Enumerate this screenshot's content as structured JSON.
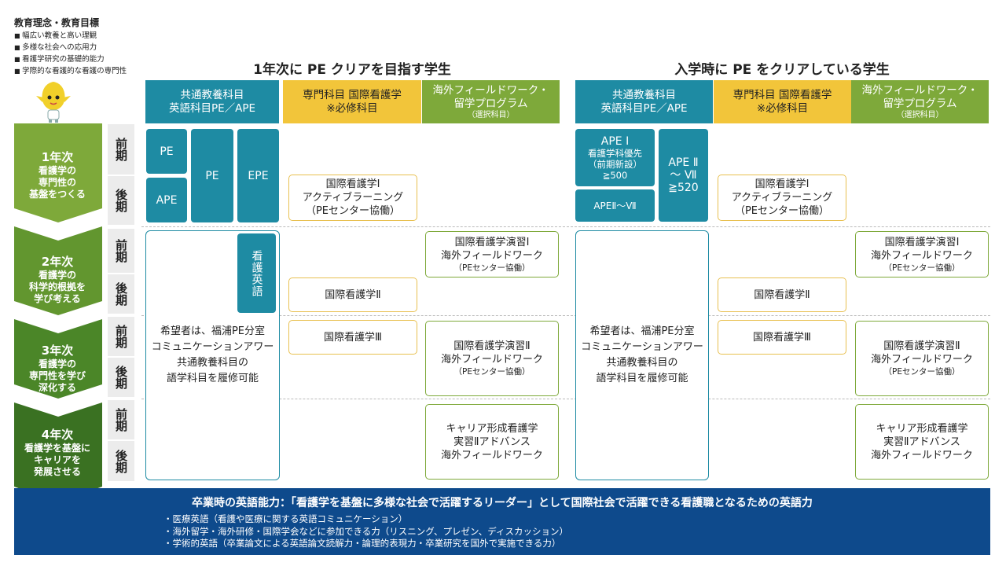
{
  "goals": {
    "title": "教育理念・教育目標",
    "items": [
      "幅広い教養と高い理観",
      "多様な社会への応用力",
      "看護学研究の基礎的能力",
      "学際的な看護的な看護の専門性"
    ]
  },
  "left_section": {
    "title": "1年次に PE クリアを目指す学生",
    "headers": {
      "common": "共通教養科目\n英語科目PE／APE",
      "specialized": "専門科目 国際看護学\n※必修科目",
      "overseas": "海外フィールドワーク・\n留学プログラム",
      "overseas_note": "（選択科目）"
    },
    "english": {
      "pe1": "PE",
      "ape": "APE",
      "pe2": "PE",
      "epe": "EPE",
      "kango_eigo": "看護英語"
    },
    "elective_note": "希望者は、福浦PE分室\nコミュニケーションアワー\n共通教養科目の\n語学科目を履修可能",
    "kokusai1": "国際看護学Ⅰ\nアクティブラーニング\n（PEセンター協働）",
    "kokusai2": "国際看護学Ⅱ",
    "kokusai3": "国際看護学Ⅲ",
    "enshu1": "国際看護学演習Ⅰ\n海外フィールドワーク",
    "enshu1_note": "（PEセンター協働）",
    "enshu2": "国際看護学演習Ⅱ\n海外フィールドワーク",
    "enshu2_note": "（PEセンター協働）",
    "career": "キャリア形成看護学\n実習Ⅱアドバンス\n海外フィールドワーク"
  },
  "right_section": {
    "title": "入学時に PE をクリアしている学生",
    "headers": {
      "common": "共通教養科目\n英語科目PE／APE",
      "specialized": "専門科目 国際看護学\n※必修科目",
      "overseas": "海外フィールドワーク・\n留学プログラム",
      "overseas_note": "（選択科目）"
    },
    "english": {
      "ape1_title": "APE Ⅰ",
      "ape1_note": "看護学科優先\n（前期新設）\n≧500",
      "ape2_7": "APEⅡ～Ⅶ",
      "ape_side": "APE Ⅱ\n～ Ⅶ\n≧520"
    },
    "elective_note": "希望者は、福浦PE分室\nコミュニケーションアワー\n共通教養科目の\n語学科目を履修可能",
    "kokusai1": "国際看護学Ⅰ\nアクティブラーニング\n（PEセンター協働）",
    "kokusai2": "国際看護学Ⅱ",
    "kokusai3": "国際看護学Ⅲ",
    "enshu1": "国際看護学演習Ⅰ\n海外フィールドワーク",
    "enshu1_note": "（PEセンター協働）",
    "enshu2": "国際看護学演習Ⅱ\n海外フィールドワーク",
    "enshu2_note": "（PEセンター協働）",
    "career": "キャリア形成看護学\n実習Ⅱアドバンス\n海外フィールドワーク"
  },
  "years": [
    {
      "label": "1年次",
      "desc": "看護学の\n専門性の\n基盤をつくる",
      "color": "#7ea93a"
    },
    {
      "label": "2年次",
      "desc": "看護学の\n科学的根拠を\n学び考える",
      "color": "#62962f"
    },
    {
      "label": "3年次",
      "desc": "看護学の\n専門性を学び\n深化する",
      "color": "#4b8628"
    },
    {
      "label": "4年次",
      "desc": "看護学を基盤に\nキャリアを\n発展させる",
      "color": "#3a7122"
    }
  ],
  "terms": {
    "first": "前期",
    "second": "後期"
  },
  "banner": {
    "title": "卒業時の英語能力：「看護学を基盤に多様な社会で活躍するリーダー」として国際社会で活躍できる看護職となるための英語力",
    "items": [
      "医療英語（看護や医療に関する英語コミュニケーション）",
      "海外留学・海外研修・国際学会などに参加できる力（リスニング、プレゼン、ディスカッション）",
      "学術的英語（卒業論文による英語論文読解力・論理的表現力・卒業研究を国外で実施できる力）"
    ]
  }
}
